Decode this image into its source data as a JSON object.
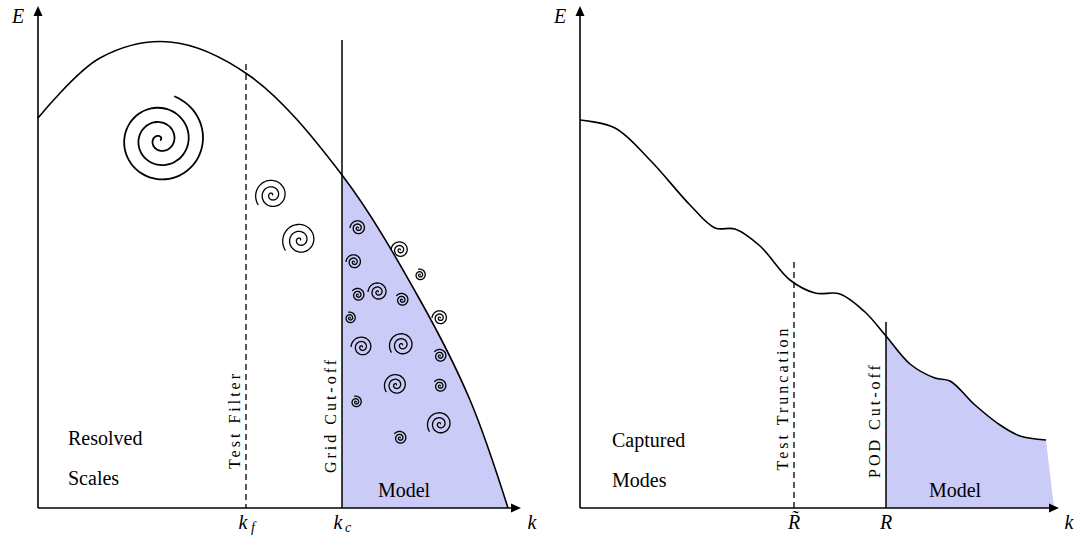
{
  "diagram": {
    "labels": [
      "E",
      "k",
      "Resolved Scales",
      "Test Filter",
      "Grid Cut-off",
      "Model",
      "k",
      "f",
      "k",
      "c",
      "E",
      "k",
      "Captured Modes",
      "Test Truncation",
      "POD Cut-off",
      "Model",
      "R̃",
      "R"
    ]
  }
}
